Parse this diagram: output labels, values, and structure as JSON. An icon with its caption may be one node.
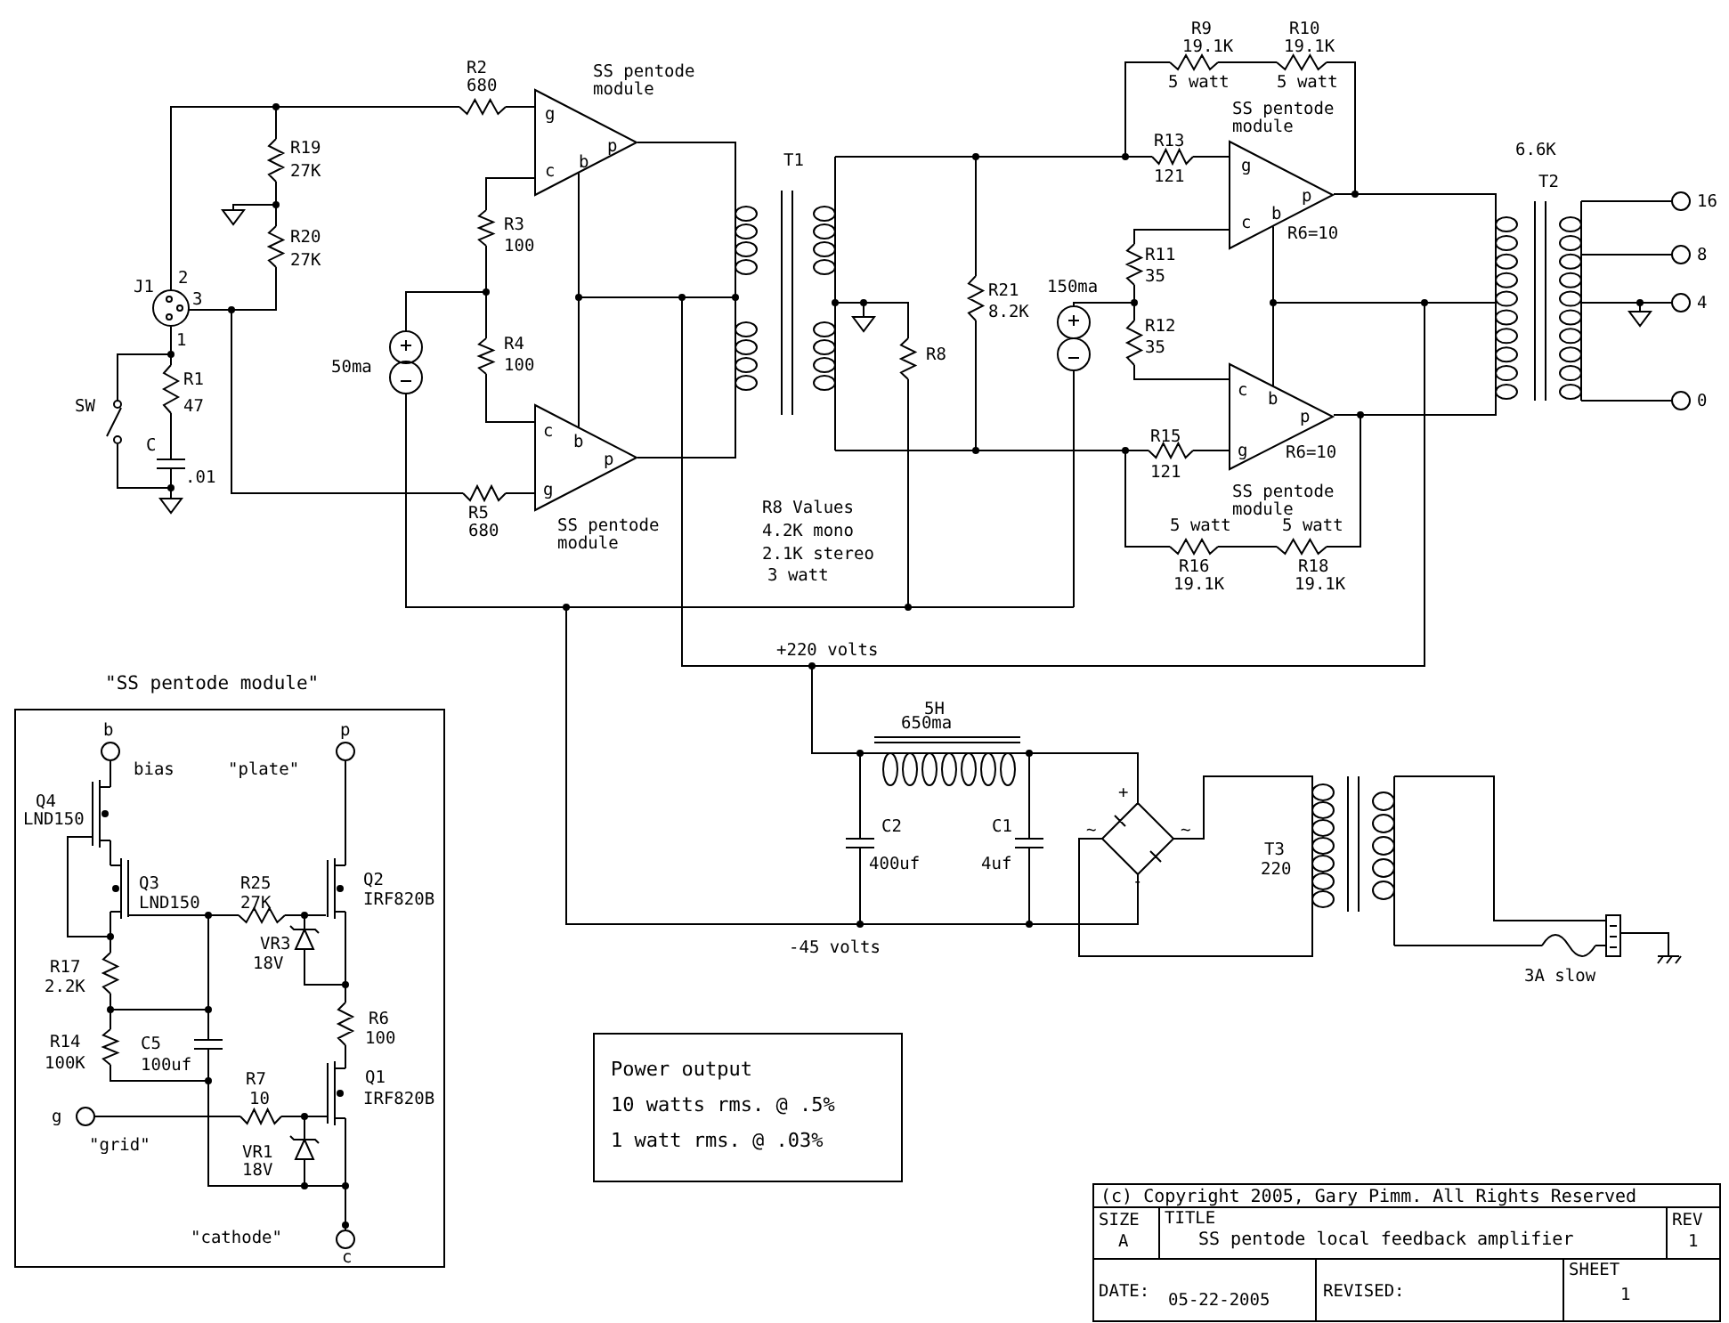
{
  "diagram": {
    "nodes": [
      {
        "text": [
          "g",
          "c",
          "b",
          "p"
        ],
        "beside": [
          "SS pentode module"
        ]
      },
      {
        "text": [
          "c",
          "b",
          "p",
          "g"
        ],
        "beside": [
          "SS pentode module"
        ]
      },
      {
        "text": [
          "g",
          "c",
          "b",
          "p"
        ],
        "beside": [
          "SS pentode module"
        ]
      },
      {
        "text": [
          "c",
          "b",
          "p",
          "g"
        ],
        "beside": [
          "SS pentode module"
        ]
      },
      {
        "text": [
          "\"SS pentode module\""
        ]
      },
      {
        "text": [
          "Power output",
          "10 watts rms. @ .5%",
          "1 watt rms. @ .03%"
        ]
      }
    ],
    "edges": [
      {
        "from": 0,
        "to": 1,
        "arrow": "none"
      },
      {
        "from": 2,
        "to": 3,
        "arrow": "none"
      }
    ],
    "labels": [
      "R2",
      "680",
      "R19",
      "27K",
      "R20",
      "27K",
      "J1",
      "2",
      "3",
      "1",
      "R1",
      "47",
      "SW",
      "C",
      ".01",
      "R3",
      "100",
      "R4",
      "100",
      "50ma",
      "R5",
      "680",
      "T1",
      "R9",
      "19.1K",
      "5 watt",
      "R10",
      "19.1K",
      "5 watt",
      "R13",
      "121",
      "R6=10",
      "6.6K",
      "T2",
      "R11",
      "35",
      "R21",
      "8.2K",
      "150ma",
      "R12",
      "35",
      "R8",
      "16",
      "8",
      "4",
      "0",
      "R6=10",
      "R15",
      "121",
      "R8 Values",
      "4.2K mono",
      "2.1K stereo",
      "3 watt",
      "5 watt",
      "5 watt",
      "R16",
      "19.1K",
      "R18",
      "19.1K",
      "+220 volts",
      "5H",
      "650ma",
      "C2",
      "400uf",
      "C1",
      "4uf",
      "+",
      "~",
      "~",
      "-",
      "T3",
      "220",
      "-45 volts",
      "3A slow",
      "b",
      "bias",
      "\"plate\"",
      "p",
      "Q4",
      "LND150",
      "Q3",
      "LND150",
      "R25",
      "27K",
      "Q2",
      "IRF820B",
      "R17",
      "2.2K",
      "VR3",
      "18V",
      "R6",
      "100",
      "R14",
      "100K",
      "C5",
      "100uf",
      "R7",
      "10",
      "Q1",
      "IRF820B",
      "g",
      "\"grid\"",
      "VR1",
      "18V",
      "\"cathode\"",
      "c",
      "(c) Copyright 2005, Gary Pimm. All Rights Reserved",
      "SIZE",
      "A",
      "TITLE",
      "SS pentode local feedback amplifier",
      "REV",
      "1",
      "DATE:",
      "05-22-2005",
      "REVISED:",
      "SHEET",
      "1"
    ]
  }
}
